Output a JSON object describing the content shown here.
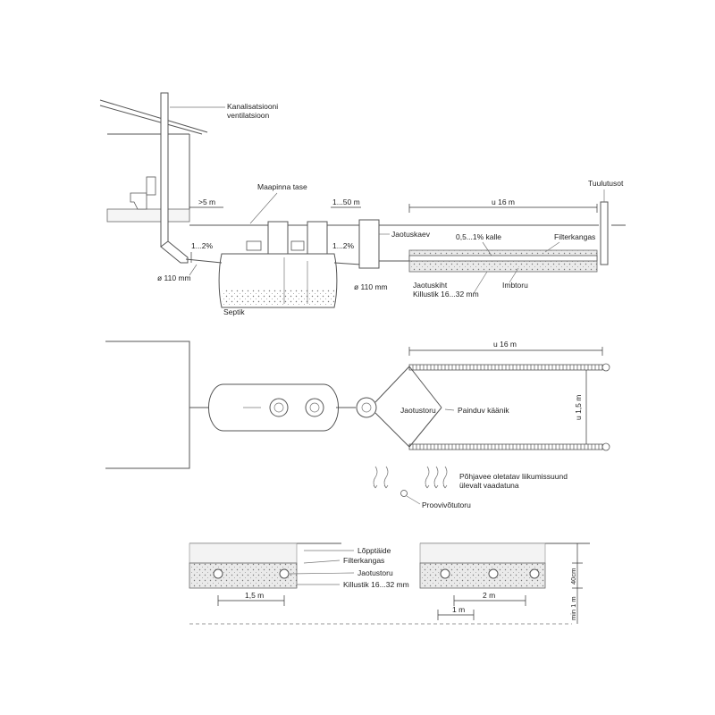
{
  "section_view": {
    "vent_label_1": "Kanalisatsiooni",
    "vent_label_2": "ventilatsioon",
    "distance_house": ">5 m",
    "ground_level": "Maapinna tase",
    "distance_well": "1...50 m",
    "slope_inlet": "1...2%",
    "slope_outlet": "1...2%",
    "pipe_inlet_dia": "ø 110 mm",
    "pipe_outlet_dia": "ø 110 mm",
    "septic": "Septik",
    "distribution_well": "Jaotuskaev",
    "length": "u 16 m",
    "ventilation_pipe": "Tuulutusot",
    "pipe_slope": "0,5...1% kalle",
    "filter_fabric": "Filterkangas",
    "distribution_layer": "Jaotuskiht",
    "gravel": "Killustik 16...32 mm",
    "absorption_pipe": "Imbtoru"
  },
  "plan_view": {
    "length": "u 16 m",
    "width": "u 1,5 m",
    "distribution_pipe": "Jaotustoru",
    "flex_bend": "Painduv käänik",
    "groundwater_1": "Põhjavee oletatav liikumissuund",
    "groundwater_2": "ülevalt vaadatuna",
    "sample_pipe": "Proovivõtutoru"
  },
  "cross_section": {
    "backfill": "Lõpptäide",
    "filter_fabric": "Filterkangas",
    "distribution_pipe": "Jaotustoru",
    "gravel": "Killustik 16...32 mm",
    "depth_fill": "40cm",
    "depth_min": "min 1 m",
    "spacing_left": "1,5 m",
    "spacing_right": "2 m",
    "spacing_small": "1 m"
  },
  "colors": {
    "line": "#555555",
    "fill_gravel": "#eaeaea",
    "text": "#222222"
  }
}
